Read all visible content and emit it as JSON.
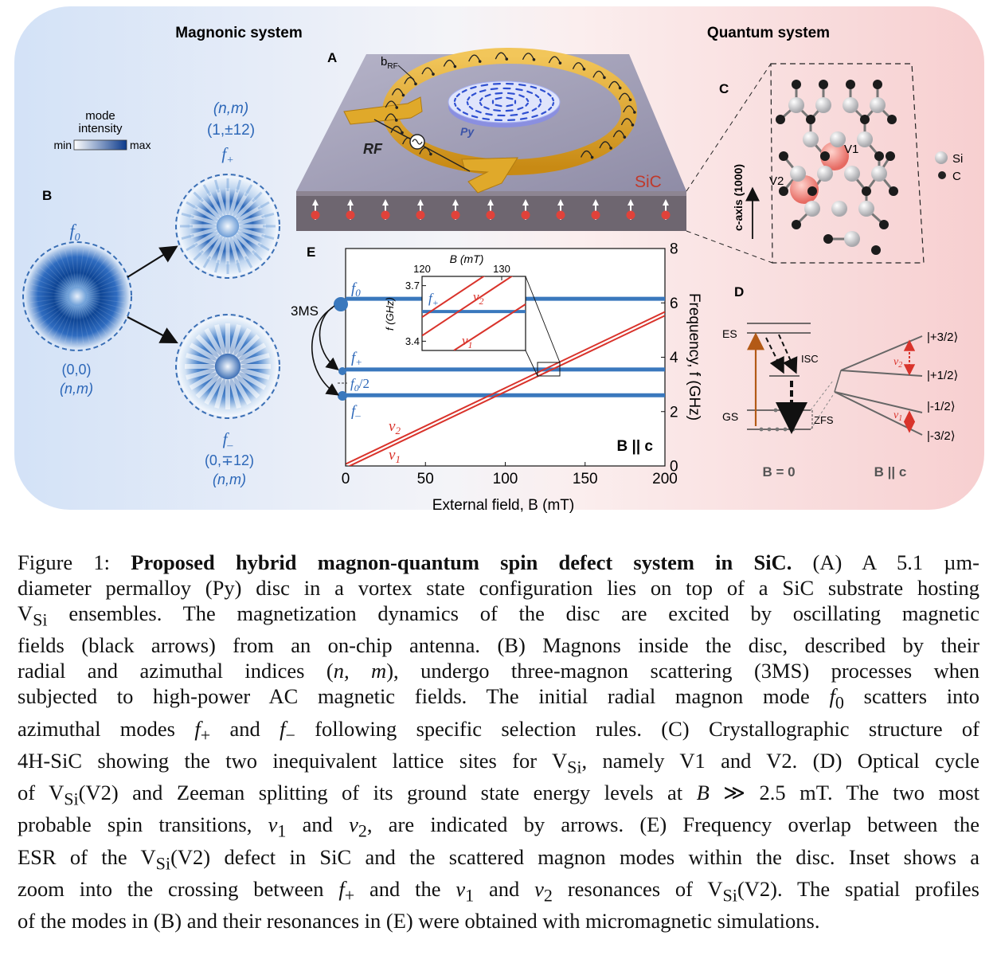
{
  "figure": {
    "sections": {
      "magnonic": "Magnonic system",
      "quantum": "Quantum system"
    },
    "panel_letters": {
      "A": "A",
      "B": "B",
      "C": "C",
      "D": "D",
      "E": "E"
    },
    "colorbar": {
      "title_1": "mode",
      "title_2": "intensity",
      "min": "min",
      "max": "max"
    },
    "panelB": {
      "header_nm": "(n,m)",
      "header_idx": "(1,±12)",
      "f_plus": "f",
      "f_plus_sub": "+",
      "f0": "f",
      "f0_sub": "0",
      "f0_idx_1": "(0,0)",
      "f0_idx_2": "(n,m)",
      "f_minus": "f",
      "f_minus_sub": "–",
      "fminus_idx_1": "(0,∓12)",
      "fminus_idx_2": "(n,m)"
    },
    "panelA": {
      "brf": "b",
      "brf_sub": "RF",
      "py": "Py",
      "rf": "RF",
      "sic": "SiC"
    },
    "panelC": {
      "v1": "V1",
      "v2": "V2",
      "axis": "c-axis (1000)",
      "si": "Si",
      "c": "C"
    },
    "panelD": {
      "es": "ES",
      "gs": "GS",
      "isc": "ISC",
      "zfs": "ZFS",
      "b0": "B = 0",
      "bc": "B || c",
      "levels": [
        "|+3/2⟩",
        "|+1/2⟩",
        "|-1/2⟩",
        "|-3/2⟩"
      ],
      "nu1": "ν",
      "nu1_sub": "1",
      "nu2": "ν",
      "nu2_sub": "2"
    },
    "panelE": {
      "ms3": "3MS",
      "f0": "f",
      "f0_sub": "0",
      "fplus": "f",
      "fplus_sub": "+",
      "fhalf": "f",
      "fhalf_sub": "0",
      "fhalf_suffix": "/2",
      "fminus": "f",
      "fminus_sub": "–",
      "nu1": "ν",
      "nu1_sub": "1",
      "nu2": "ν",
      "nu2_sub": "2",
      "bc": "B || c",
      "inset_xlabel": "B (mT)",
      "inset_ylabel": "f (GHz)"
    }
  },
  "chart_data": [
    {
      "type": "line",
      "title": "",
      "xlabel": "External field, B (mT)",
      "ylabel": "Frequency, f (GHz)",
      "xlim": [
        0,
        200
      ],
      "ylim": [
        0,
        8
      ],
      "xticks": [
        0,
        50,
        100,
        150,
        200
      ],
      "yticks": [
        0,
        2,
        4,
        6,
        8
      ],
      "y_axis_side": "right",
      "series": [
        {
          "name": "f0",
          "color": "#3a78bd",
          "x": [
            0,
            200
          ],
          "y": [
            6.15,
            6.15
          ]
        },
        {
          "name": "f+",
          "color": "#3a78bd",
          "x": [
            0,
            200
          ],
          "y": [
            3.55,
            3.55
          ]
        },
        {
          "name": "f–",
          "color": "#3a78bd",
          "x": [
            0,
            200
          ],
          "y": [
            2.6,
            2.6
          ]
        },
        {
          "name": "ν2",
          "color": "#d9332b",
          "x": [
            0,
            200
          ],
          "y": [
            0.07,
            5.67
          ]
        },
        {
          "name": "ν1",
          "color": "#d9332b",
          "x": [
            0,
            200
          ],
          "y": [
            -0.07,
            5.53
          ]
        }
      ]
    },
    {
      "type": "line",
      "title": "",
      "xlabel": "B (mT)",
      "ylabel": "f (GHz)",
      "xlim": [
        120,
        133
      ],
      "ylim": [
        3.35,
        3.75
      ],
      "xticks": [
        120,
        130
      ],
      "yticks": [
        3.4,
        3.7
      ],
      "series": [
        {
          "name": "f+",
          "color": "#3a78bd",
          "x": [
            120,
            133
          ],
          "y": [
            3.56,
            3.56
          ]
        },
        {
          "name": "ν2",
          "color": "#d9332b",
          "x": [
            120,
            133
          ],
          "y": [
            3.43,
            3.8
          ]
        },
        {
          "name": "ν1",
          "color": "#d9332b",
          "x": [
            124,
            133
          ],
          "y": [
            3.35,
            3.6
          ]
        },
        {
          "name": "",
          "color": "#d9332b",
          "x": [
            120,
            133
          ],
          "y": [
            3.53,
            3.9
          ]
        }
      ]
    }
  ],
  "caption": {
    "lines": [
      "Figure 1: <b>Proposed hybrid magnon-quantum spin defect system in SiC.</b> (A) A 5.1 µm-",
      "diameter permalloy (Py) disc in a vortex state configuration lies on top of a SiC substrate hosting",
      "V<sub>Si</sub> ensembles. The magnetization dynamics of the disc are excited by oscillating magnetic",
      "fields (black arrows) from an on-chip antenna. (B) Magnons inside the disc, described by their",
      "radial and azimuthal indices (<i>n, m</i>), undergo three-magnon scattering (3MS) processes when",
      "subjected to high-power AC magnetic fields. The initial radial magnon mode <i>f</i><sub>0</sub> scatters into",
      "azimuthal modes <i>f</i><sub>+</sub> and <i>f</i><sub>−</sub> following specific selection rules. (C) Crystallographic structure of",
      "4H-SiC showing the two inequivalent lattice sites for V<sub>Si</sub>, namely V1 and V2. (D) Optical cycle",
      "of V<sub>Si</sub>(V2) and Zeeman splitting of its ground state energy levels at <i>B</i> ≫ 2.5 mT. The two most",
      "probable spin transitions, <i>ν</i><sub>1</sub> and <i>ν</i><sub>2</sub>, are indicated by arrows. (E) Frequency overlap between the",
      "ESR of the V<sub>Si</sub>(V2) defect in SiC and the scattered magnon modes within the disc. Inset shows a",
      "zoom into the crossing between <i>f</i><sub>+</sub> and the <i>ν</i><sub>1</sub> and <i>ν</i><sub>2</sub> resonances of V<sub>Si</sub>(V2). The spatial profiles",
      "of the modes in (B) and their resonances in (E) were obtained with micromagnetic simulations."
    ]
  },
  "colors": {
    "magnon_blue": "#3a78bd",
    "resonance_red": "#d9332b",
    "bg_left": "#dfe9f8",
    "bg_right": "#f9dcdc",
    "gold": "#e0a92a"
  }
}
